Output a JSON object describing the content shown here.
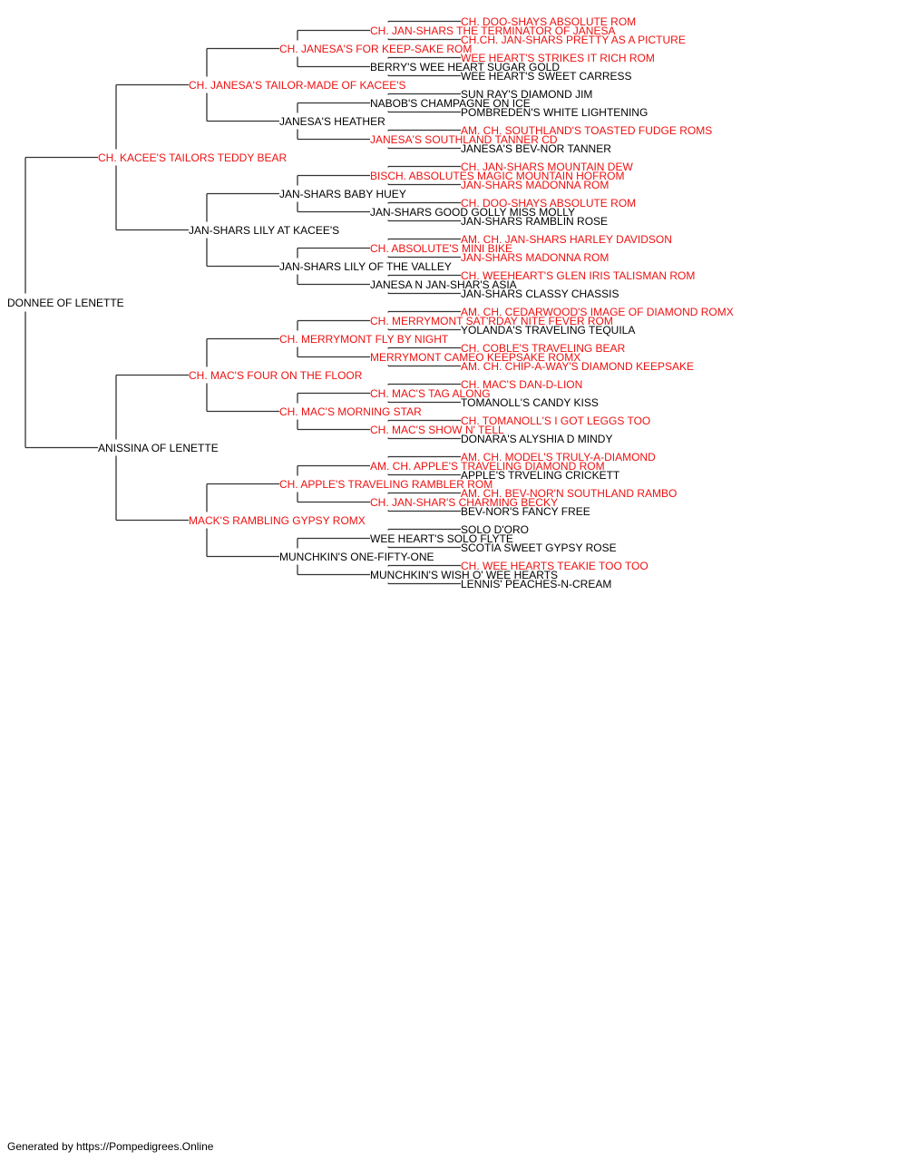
{
  "colors": {
    "champion": "#ee1111",
    "regular": "#000000",
    "line": "#333333"
  },
  "footer": "Generated by https://Pompedigrees.Online",
  "pedigree": {
    "name": "DONNEE OF LENETTE",
    "ch": false,
    "sire": {
      "name": "CH. KACEE'S TAILORS TEDDY BEAR",
      "ch": true,
      "sire": {
        "name": "CH. JANESA'S TAILOR-MADE OF KACEE'S",
        "ch": true,
        "sire": {
          "name": "CH. JANESA'S FOR KEEP-SAKE ROM",
          "ch": true,
          "sire": {
            "name": "CH. JAN-SHARS THE TERMINATOR OF JANESA",
            "ch": true,
            "sire": {
              "name": "CH. DOO-SHAYS ABSOLUTE ROM",
              "ch": true
            },
            "dam": {
              "name": "CH.CH. JAN-SHARS PRETTY AS A PICTURE",
              "ch": true
            }
          },
          "dam": {
            "name": "BERRY'S WEE HEART SUGAR GOLD",
            "ch": false,
            "sire": {
              "name": "WEE HEART'S STRIKES IT RICH ROM",
              "ch": true
            },
            "dam": {
              "name": "WEE HEART'S SWEET CARRESS",
              "ch": false
            }
          }
        },
        "dam": {
          "name": "JANESA'S HEATHER",
          "ch": false,
          "sire": {
            "name": "NABOB'S CHAMPAGNE ON ICE",
            "ch": false,
            "sire": {
              "name": "SUN RAY'S DIAMOND JIM",
              "ch": false
            },
            "dam": {
              "name": "POMBREDEN'S WHITE LIGHTENING",
              "ch": false
            }
          },
          "dam": {
            "name": "JANESA'S SOUTHLAND TANNER CD",
            "ch": true,
            "sire": {
              "name": "AM. CH. SOUTHLAND'S TOASTED FUDGE ROMS",
              "ch": true
            },
            "dam": {
              "name": "JANESA'S BEV-NOR TANNER",
              "ch": false
            }
          }
        }
      },
      "dam": {
        "name": "JAN-SHARS LILY AT KACEE'S",
        "ch": false,
        "sire": {
          "name": "JAN-SHARS BABY HUEY",
          "ch": false,
          "sire": {
            "name": "BISCH. ABSOLUTES MAGIC MOUNTAIN HOFROM",
            "ch": true,
            "sire": {
              "name": "CH. JAN-SHARS MOUNTAIN DEW",
              "ch": true
            },
            "dam": {
              "name": "JAN-SHARS MADONNA ROM",
              "ch": true
            }
          },
          "dam": {
            "name": "JAN-SHARS GOOD GOLLY MISS MOLLY",
            "ch": false,
            "sire": {
              "name": "CH. DOO-SHAYS ABSOLUTE ROM",
              "ch": true
            },
            "dam": {
              "name": "JAN-SHARS RAMBLIN ROSE",
              "ch": false
            }
          }
        },
        "dam": {
          "name": "JAN-SHARS LILY OF THE VALLEY",
          "ch": false,
          "sire": {
            "name": "CH. ABSOLUTE'S MINI BIKE",
            "ch": true,
            "sire": {
              "name": "AM. CH. JAN-SHARS HARLEY DAVIDSON",
              "ch": true
            },
            "dam": {
              "name": "JAN-SHARS MADONNA ROM",
              "ch": true
            }
          },
          "dam": {
            "name": "JANESA N JAN-SHAR'S ASIA",
            "ch": false,
            "sire": {
              "name": "CH. WEEHEART'S GLEN IRIS TALISMAN ROM",
              "ch": true
            },
            "dam": {
              "name": "JAN-SHARS CLASSY CHASSIS",
              "ch": false
            }
          }
        }
      }
    },
    "dam": {
      "name": "ANISSINA OF LENETTE",
      "ch": false,
      "sire": {
        "name": "CH. MAC'S FOUR ON THE FLOOR",
        "ch": true,
        "sire": {
          "name": "CH. MERRYMONT FLY BY NIGHT",
          "ch": true,
          "sire": {
            "name": "CH. MERRYMONT SAT'RDAY NITE FEVER ROM",
            "ch": true,
            "sire": {
              "name": "AM. CH. CEDARWOOD'S IMAGE OF DIAMOND ROMX",
              "ch": true
            },
            "dam": {
              "name": "YOLANDA'S TRAVELING TEQUILA",
              "ch": false
            }
          },
          "dam": {
            "name": "MERRYMONT CAMEO KEEPSAKE ROMX",
            "ch": true,
            "sire": {
              "name": "CH. COBLE'S TRAVELING BEAR",
              "ch": true
            },
            "dam": {
              "name": "AM. CH. CHIP-A-WAY'S DIAMOND KEEPSAKE",
              "ch": true
            }
          }
        },
        "dam": {
          "name": "CH. MAC'S MORNING STAR",
          "ch": true,
          "sire": {
            "name": "CH. MAC'S TAG ALONG",
            "ch": true,
            "sire": {
              "name": "CH. MAC'S DAN-D-LION",
              "ch": true
            },
            "dam": {
              "name": "TOMANOLL'S CANDY KISS",
              "ch": false
            }
          },
          "dam": {
            "name": "CH. MAC'S SHOW N' TELL",
            "ch": true,
            "sire": {
              "name": "CH. TOMANOLL'S I GOT LEGGS TOO",
              "ch": true
            },
            "dam": {
              "name": "DONARA'S ALYSHIA D MINDY",
              "ch": false
            }
          }
        }
      },
      "dam": {
        "name": "MACK'S RAMBLING GYPSY ROMX",
        "ch": true,
        "sire": {
          "name": "CH. APPLE'S TRAVELING RAMBLER ROM",
          "ch": true,
          "sire": {
            "name": "AM. CH. APPLE'S TRAVELING DIAMOND ROM",
            "ch": true,
            "sire": {
              "name": "AM. CH. MODEL'S TRULY-A-DIAMOND",
              "ch": true
            },
            "dam": {
              "name": "APPLE'S TRVELING CRICKETT",
              "ch": false
            }
          },
          "dam": {
            "name": "CH. JAN-SHAR'S CHARMING BECKY",
            "ch": true,
            "sire": {
              "name": "AM. CH. BEV-NOR'N SOUTHLAND RAMBO",
              "ch": true
            },
            "dam": {
              "name": "BEV-NOR'S FANCY FREE",
              "ch": false
            }
          }
        },
        "dam": {
          "name": "MUNCHKIN'S ONE-FIFTY-ONE",
          "ch": false,
          "sire": {
            "name": "WEE HEART'S SOLO FLYTE",
            "ch": false,
            "sire": {
              "name": "SOLO D'ORO",
              "ch": false
            },
            "dam": {
              "name": "SCOTIA SWEET GYPSY ROSE",
              "ch": false
            }
          },
          "dam": {
            "name": "MUNCHKIN'S WISH O' WEE HEARTS",
            "ch": false,
            "sire": {
              "name": "CH. WEE HEARTS TEAKIE TOO TOO",
              "ch": true
            },
            "dam": {
              "name": "LENNIS' PEACHES-N-CREAM",
              "ch": false
            }
          }
        }
      }
    }
  }
}
